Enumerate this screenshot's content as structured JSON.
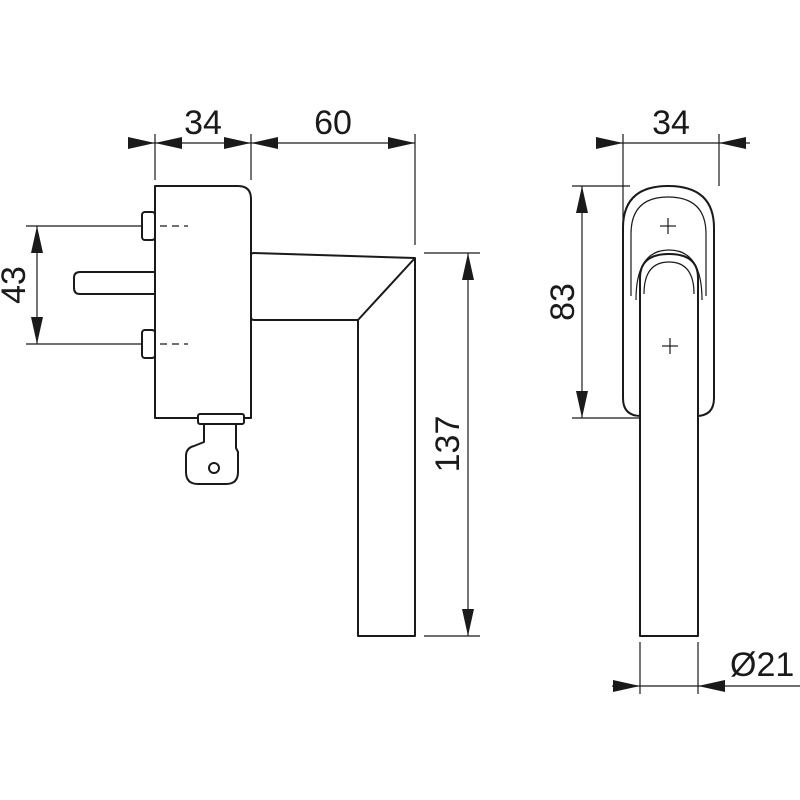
{
  "dimensions": {
    "side_body_width": "34",
    "side_lever_reach": "60",
    "spindle_spacing": "43",
    "total_height": "137",
    "front_width": "34",
    "rosette_height": "83",
    "grip_diameter": "Ø21"
  }
}
